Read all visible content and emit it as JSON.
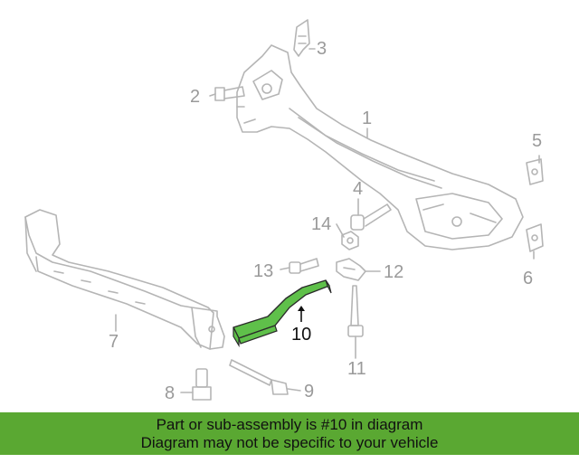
{
  "callouts": {
    "c1": "1",
    "c2": "2",
    "c3": "3",
    "c4": "4",
    "c5": "5",
    "c6": "6",
    "c7": "7",
    "c8": "8",
    "c9": "9",
    "c10": "10",
    "c11": "11",
    "c12": "12",
    "c13": "13",
    "c14": "14"
  },
  "highlighted_part": "10",
  "colors": {
    "highlight": "#5fc04a",
    "banner": "#5aa832",
    "line_art": "#b5b5b5"
  },
  "banner": {
    "line1": "Part or sub-assembly is #10 in diagram",
    "line2": "Diagram may not be specific to your vehicle"
  }
}
